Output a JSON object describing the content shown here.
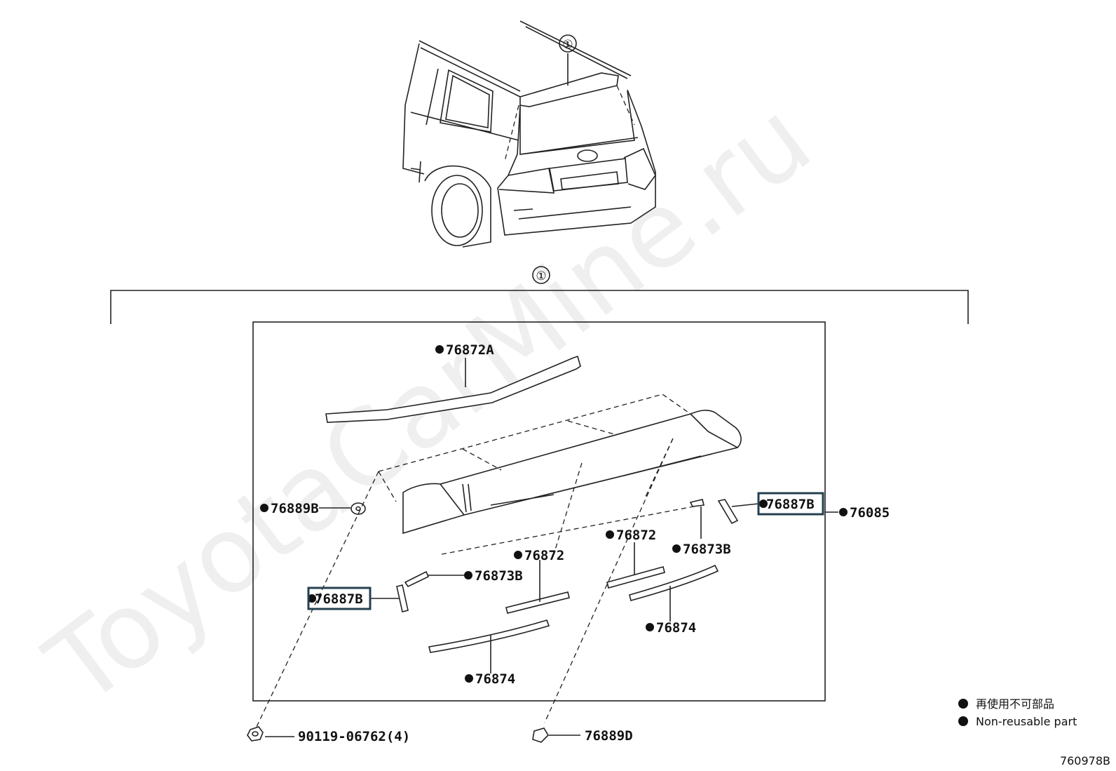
{
  "watermark": "ToyotaCarMine.ru",
  "callout_number": "①",
  "parts": {
    "p76872A": "76872A",
    "p76889B": "76889B",
    "p76887B_right": "76887B",
    "p76085": "76085",
    "p76872_right": "76872",
    "p76873B_right": "76873B",
    "p76872_mid": "76872",
    "p76873B_left": "76873B",
    "p76887B_left": "76887B",
    "p76874_right": "76874",
    "p76874_left": "76874",
    "p90119": "90119-06762(4)",
    "p76889D": "76889D"
  },
  "legend": {
    "japanese": "再使用不可部品",
    "english": "Non-reusable part"
  },
  "figure_code": "760978B"
}
